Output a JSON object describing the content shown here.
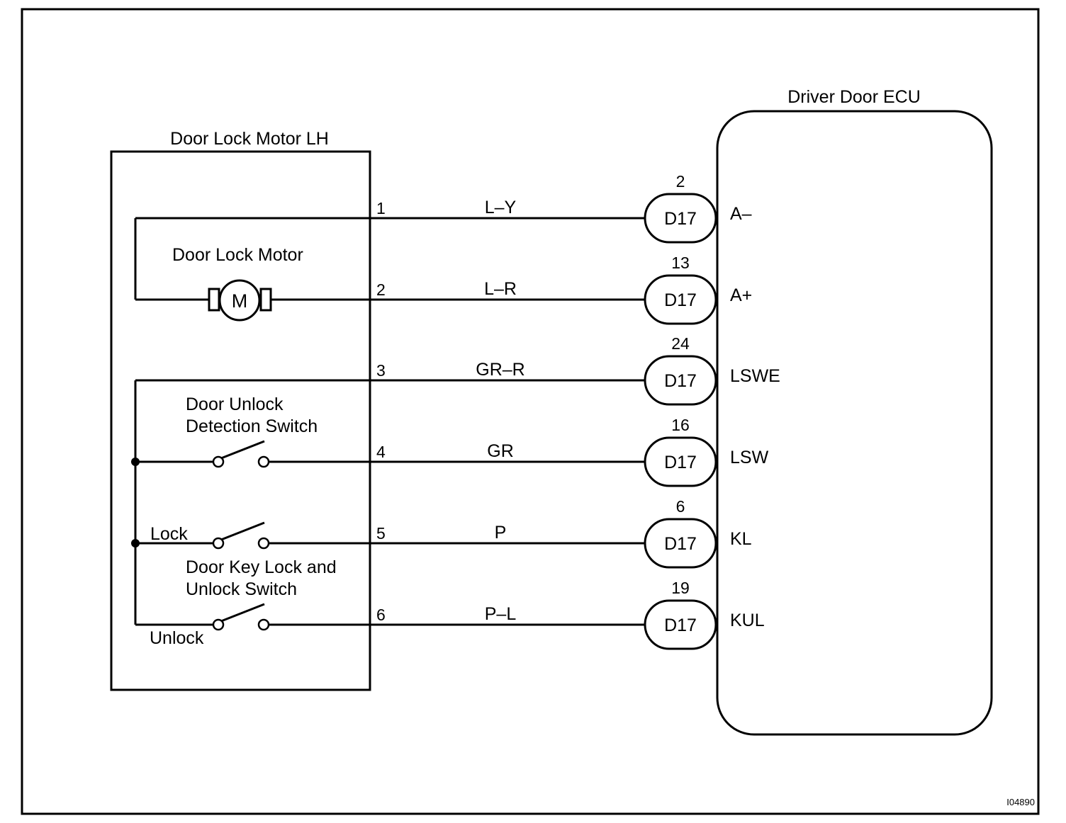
{
  "figure_id": "I04890",
  "motor_box": {
    "title": "Door Lock Motor LH",
    "motor_label": "Door Lock Motor",
    "motor_symbol": "M",
    "unlock_switch_label": [
      "Door Unlock",
      "Detection Switch"
    ],
    "key_switch_label": [
      "Door Key Lock and",
      "Unlock Switch"
    ],
    "lock_label": "Lock",
    "unlock_label": "Unlock"
  },
  "ecu": {
    "title": "Driver Door ECU"
  },
  "wires": [
    {
      "motor_pin": "1",
      "color_code": "L–Y",
      "connector": "D17",
      "ecu_pin": "2",
      "terminal": "A–"
    },
    {
      "motor_pin": "2",
      "color_code": "L–R",
      "connector": "D17",
      "ecu_pin": "13",
      "terminal": "A+"
    },
    {
      "motor_pin": "3",
      "color_code": "GR–R",
      "connector": "D17",
      "ecu_pin": "24",
      "terminal": "LSWE"
    },
    {
      "motor_pin": "4",
      "color_code": "GR",
      "connector": "D17",
      "ecu_pin": "16",
      "terminal": "LSW"
    },
    {
      "motor_pin": "5",
      "color_code": "P",
      "connector": "D17",
      "ecu_pin": "6",
      "terminal": "KL"
    },
    {
      "motor_pin": "6",
      "color_code": "P–L",
      "connector": "D17",
      "ecu_pin": "19",
      "terminal": "KUL"
    }
  ]
}
